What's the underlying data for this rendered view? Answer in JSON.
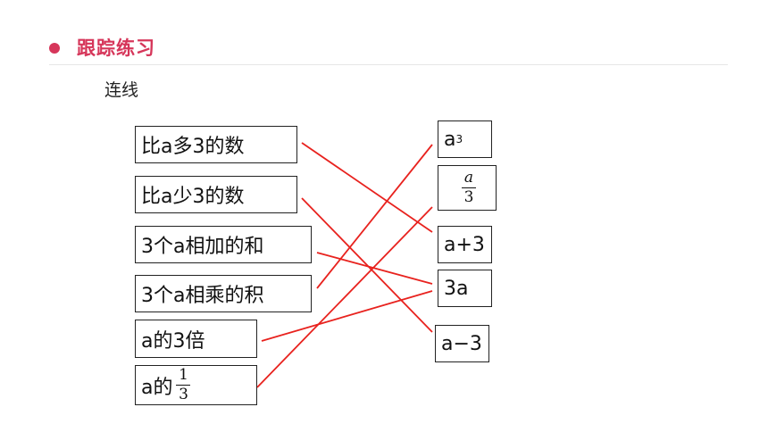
{
  "header": {
    "title": "跟踪练习"
  },
  "subtitle": "连线",
  "left_items": [
    {
      "label": "比a多3的数"
    },
    {
      "label": "比a少3的数"
    },
    {
      "label": "3个a相加的和"
    },
    {
      "label": "3个a相乘的积"
    },
    {
      "label": "a的3倍"
    },
    {
      "label": "a的",
      "fraction": {
        "num": "1",
        "den": "3"
      }
    }
  ],
  "right_items": [
    {
      "base": "a",
      "sup": "3"
    },
    {
      "fraction": {
        "num": "a",
        "den": "3"
      }
    },
    {
      "label": "a+3"
    },
    {
      "label": "3a"
    },
    {
      "label": "a−3"
    }
  ],
  "line_color": "#e8221e"
}
